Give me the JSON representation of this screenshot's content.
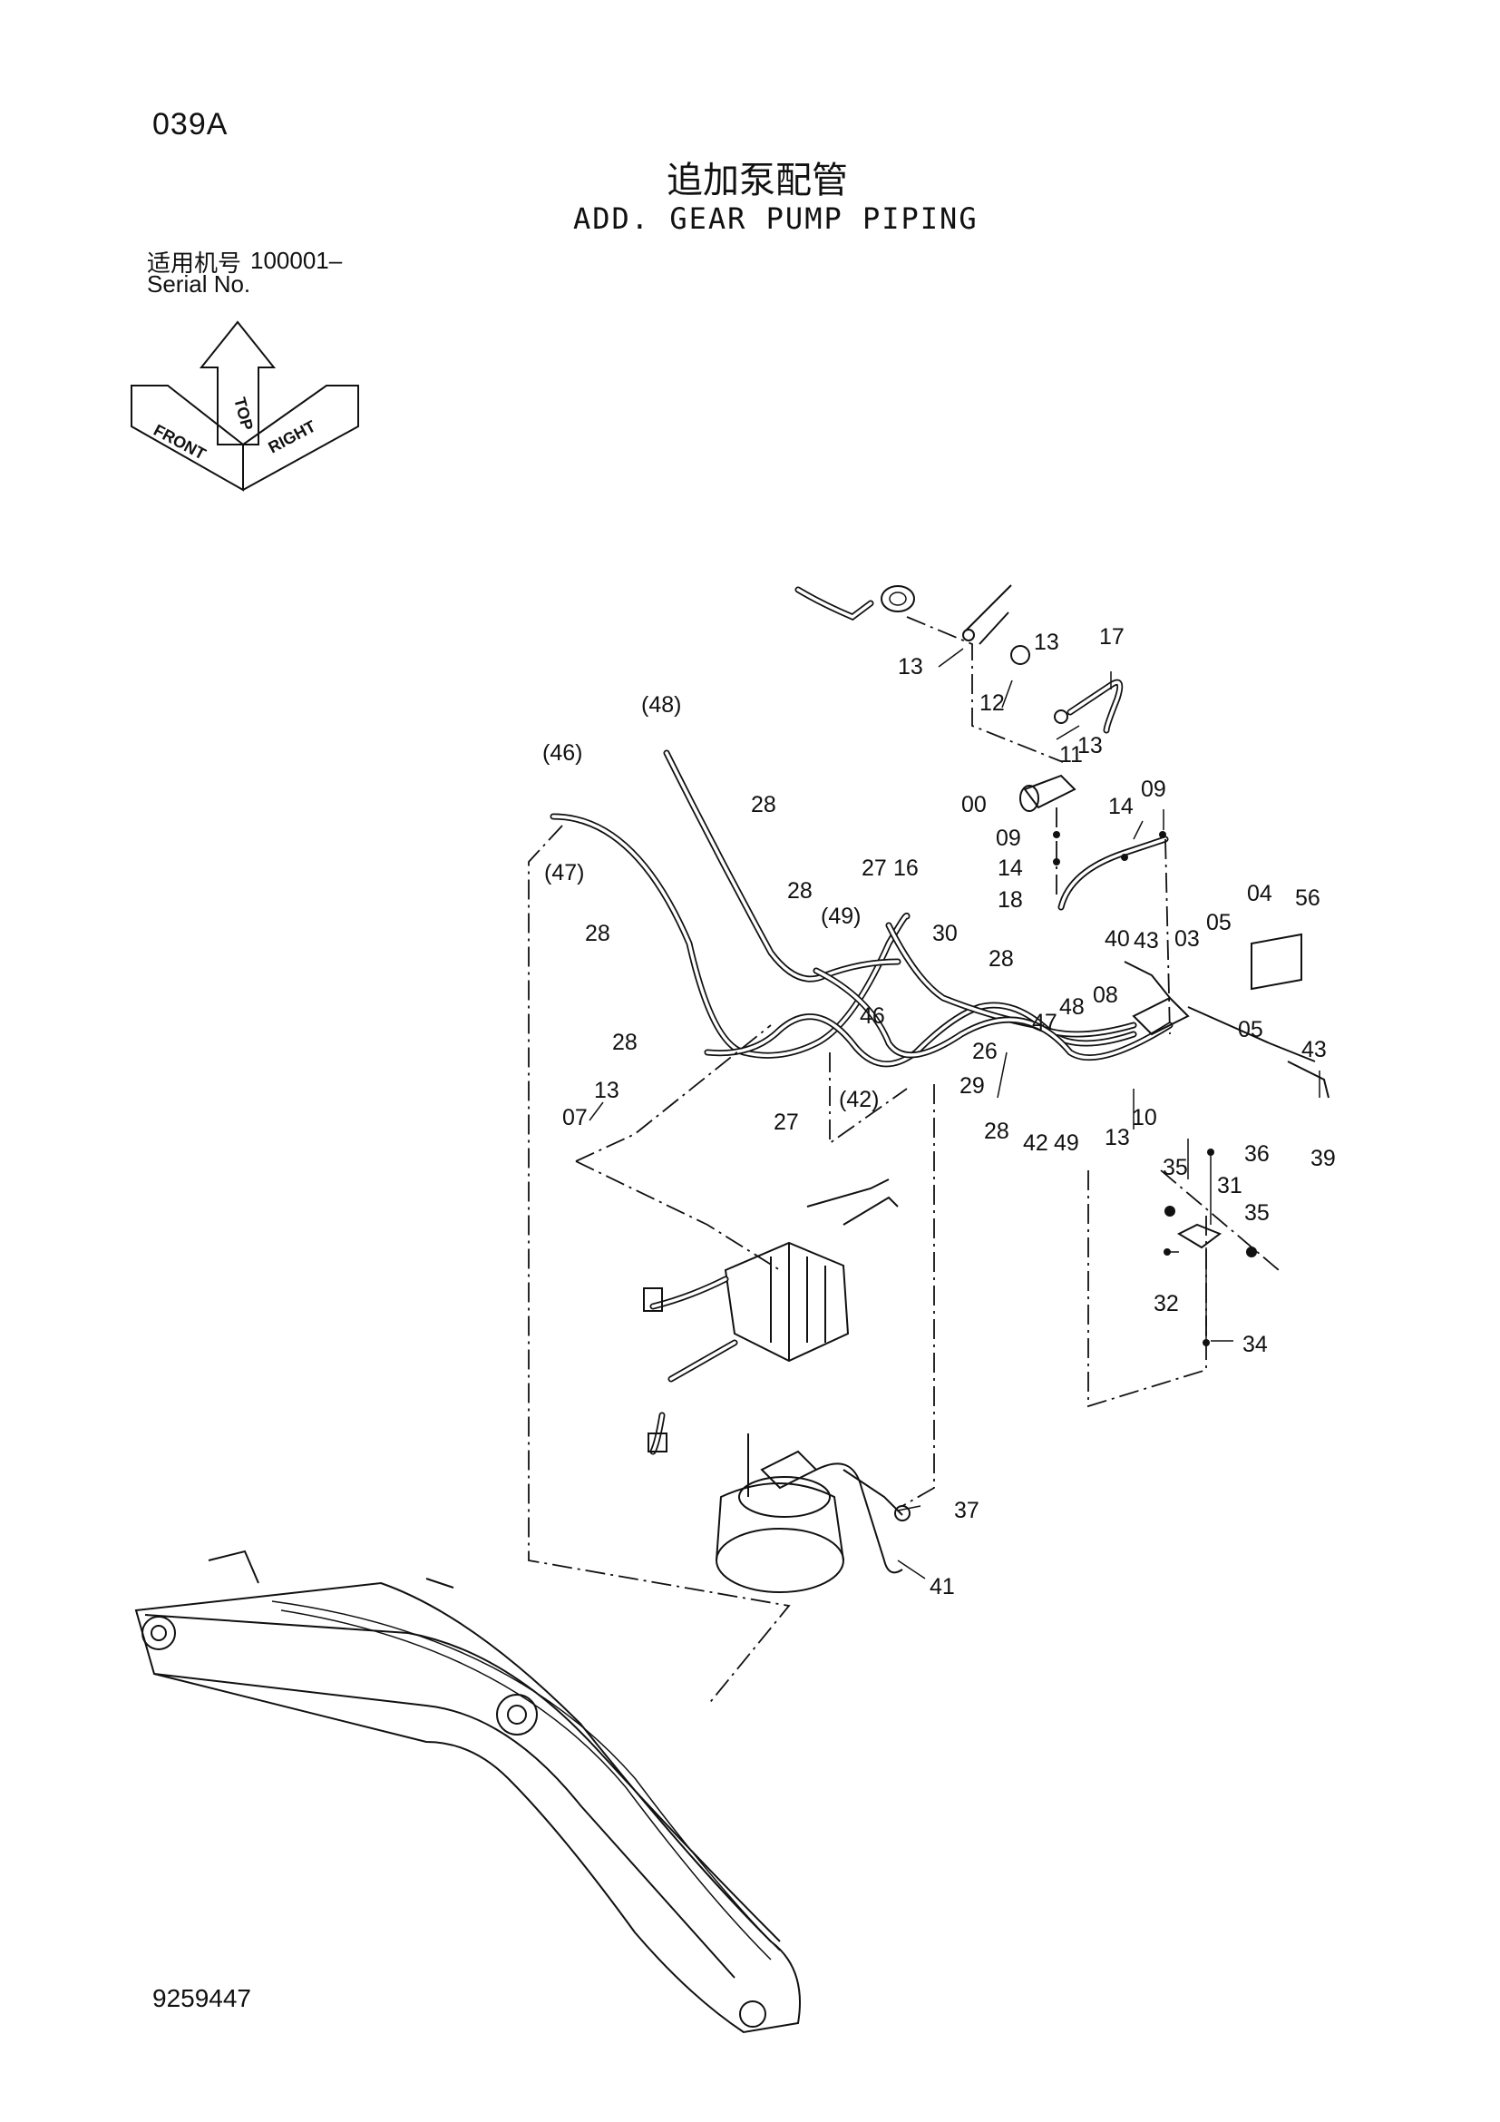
{
  "header": {
    "page_code": "039A",
    "title_cn": "追加泵配管",
    "title_en": "ADD. GEAR PUMP PIPING",
    "serial_label_cn": "适用机号",
    "serial_range": "100001–",
    "serial_label_en": "Serial No."
  },
  "orientation": {
    "top": "TOP",
    "front": "FRONT",
    "right": "RIGHT"
  },
  "callouts": {
    "c_13a": "13",
    "c_13b": "13",
    "c_12": "12",
    "c_17": "17",
    "c_11": "11",
    "c_13c": "13",
    "c_48p": "(48)",
    "c_46p": "(46)",
    "c_47p": "(47)",
    "c_00": "00",
    "c_09a": "09",
    "c_14a": "14",
    "c_09b": "09",
    "c_14b": "14",
    "c_18": "18",
    "c_28a": "28",
    "c_28b": "28",
    "c_28c": "28",
    "c_28d": "28",
    "c_28e": "28",
    "c_28f": "28",
    "c_27a": "27",
    "c_16": "16",
    "c_49p": "(49)",
    "c_30": "30",
    "c_46": "46",
    "c_42p": "(42)",
    "c_27b": "27",
    "c_26": "26",
    "c_29": "29",
    "c_47": "47",
    "c_48": "48",
    "c_08": "08",
    "c_40": "40",
    "c_43a": "43",
    "c_03": "03",
    "c_05a": "05",
    "c_04": "04",
    "c_56": "56",
    "c_05b": "05",
    "c_42": "42",
    "c_49": "49",
    "c_13d": "13",
    "c_10": "10",
    "c_43b": "43",
    "c_39": "39",
    "c_07": "07",
    "c_13e": "13",
    "c_35a": "35",
    "c_36": "36",
    "c_31": "31",
    "c_35b": "35",
    "c_32": "32",
    "c_34": "34",
    "c_37": "37",
    "c_41": "41"
  },
  "footer": {
    "doc_number": "9259447"
  }
}
